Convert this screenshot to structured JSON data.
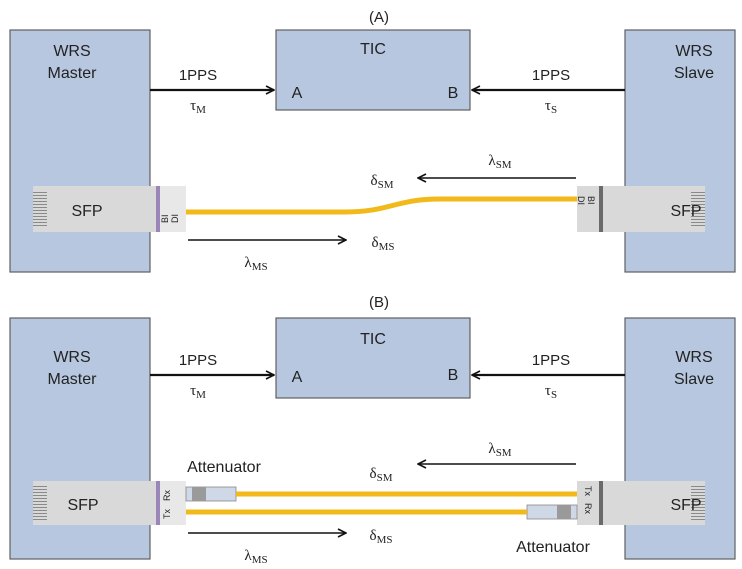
{
  "colors": {
    "box_fill": "#b7c7df",
    "box_stroke": "#606060",
    "sfp_fill": "#d9d9d9",
    "fiber": "#f2b91a",
    "arrow": "#111111",
    "connector_purple": "#9a86b8",
    "connector_gray": "#6a6a6a"
  },
  "panel_a": {
    "label": "(A)",
    "master": {
      "line1": "WRS",
      "line2": "Master"
    },
    "slave": {
      "line1": "WRS",
      "line2": "Slave"
    },
    "tic": {
      "title": "TIC",
      "port_a": "A",
      "port_b": "B"
    },
    "pps_left": {
      "text": "1PPS",
      "tau_sym": "τ",
      "tau_sub": "M"
    },
    "pps_right": {
      "text": "1PPS",
      "tau_sym": "τ",
      "tau_sub": "S"
    },
    "sfp_left": "SFP",
    "sfp_right": "SFP",
    "connector_left": "BI\nDI",
    "connector_right": "BI\nDI",
    "delta_sm": {
      "sym": "δ",
      "sub": "SM"
    },
    "lambda_sm": {
      "sym": "λ",
      "sub": "SM"
    },
    "delta_ms": {
      "sym": "δ",
      "sub": "MS"
    },
    "lambda_ms": {
      "sym": "λ",
      "sub": "MS"
    }
  },
  "panel_b": {
    "label": "(B)",
    "master": {
      "line1": "WRS",
      "line2": "Master"
    },
    "slave": {
      "line1": "WRS",
      "line2": "Slave"
    },
    "tic": {
      "title": "TIC",
      "port_a": "A",
      "port_b": "B"
    },
    "pps_left": {
      "text": "1PPS",
      "tau_sym": "τ",
      "tau_sub": "M"
    },
    "pps_right": {
      "text": "1PPS",
      "tau_sym": "τ",
      "tau_sub": "S"
    },
    "sfp_left": "SFP",
    "sfp_right": "SFP",
    "connector_left": "Tx Rx",
    "connector_right": "Tx Rx",
    "attenuator_top": "Attenuator",
    "attenuator_bottom": "Attenuator",
    "delta_sm": {
      "sym": "δ",
      "sub": "SM"
    },
    "lambda_sm": {
      "sym": "λ",
      "sub": "SM"
    },
    "delta_ms": {
      "sym": "δ",
      "sub": "MS"
    },
    "lambda_ms": {
      "sym": "λ",
      "sub": "MS"
    }
  }
}
